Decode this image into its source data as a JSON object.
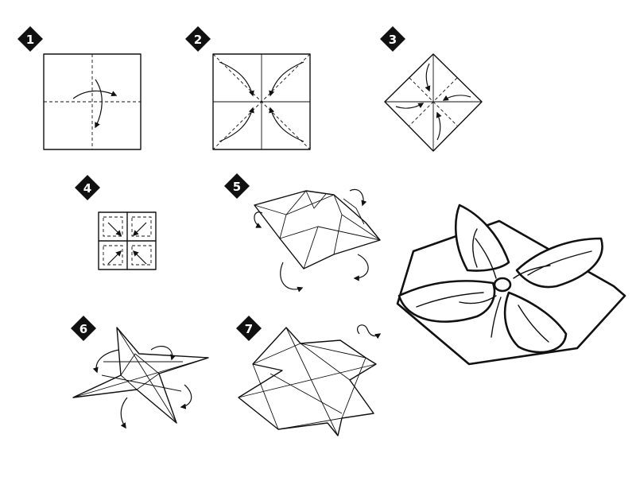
{
  "steps": [
    {
      "number": "1"
    },
    {
      "number": "2"
    },
    {
      "number": "3"
    },
    {
      "number": "4"
    },
    {
      "number": "5"
    },
    {
      "number": "6"
    },
    {
      "number": "7"
    }
  ],
  "colors": {
    "ink": "#111111",
    "paper": "#ffffff",
    "badge": "#111111"
  },
  "result": {
    "name": "finished-origami-flower"
  }
}
